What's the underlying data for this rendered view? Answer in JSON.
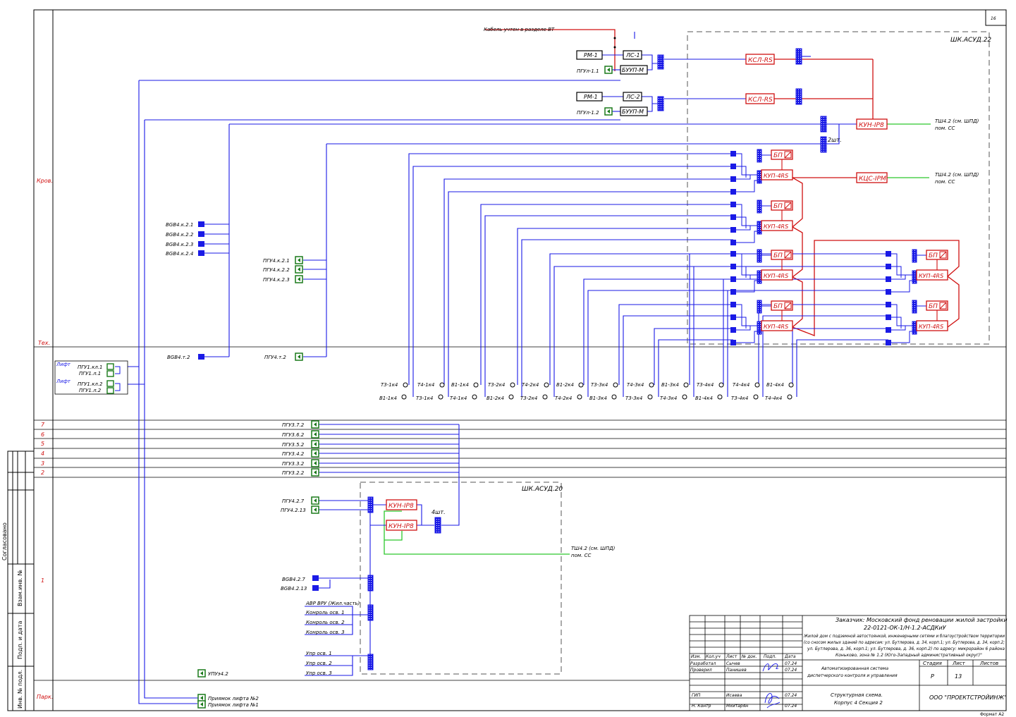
{
  "sheet": {
    "number": "16",
    "format": "Формат А2",
    "side_stamp": {
      "agreed": "Согласовано",
      "replace_inv": "Взам.инв. №",
      "sign_date": "Подп. и дата",
      "inv_orig": "Инв. № подл."
    }
  },
  "floors": {
    "roof": "Кров.",
    "tech": "Тех.",
    "f7": "7",
    "f6": "6",
    "f5": "5",
    "f4": "4",
    "f3": "3",
    "f2": "2",
    "f1": "1",
    "parking": "Парк."
  },
  "top": {
    "cable_note": "Кабель учтен в разделе ВТ",
    "rm1": "РМ-1",
    "ls1": "ЛС-1",
    "buup1": "БУУП-М",
    "pgu_l11": "ПГУл-1.1",
    "rm2": "РМ-1",
    "ls2": "ЛС-2",
    "buup2": "БУУП-М",
    "pgu_l12": "ПГУл-1.2"
  },
  "cabinet22": {
    "title": "ШК.АСУД.22",
    "ksl1": "КСЛ-RS",
    "ksl2": "КСЛ-RS",
    "kun": "КУН-IP8",
    "kcs": "КЦС-IPM",
    "qty2": "2шт.",
    "tsh1_a": "ТШ4.2 (см. ШПД)",
    "tsh1_b": "пом. СС",
    "tsh2_a": "ТШ4.2 (см. ШПД)",
    "tsh2_b": "пом. СС",
    "bp": "БП",
    "kup": "КУП-4RS"
  },
  "sensors_roof": [
    "BGB4.к.2.1",
    "BGB4.к.2.2",
    "BGB4.к.2.3",
    "BGB4.к.2.4"
  ],
  "pgu_roof": [
    "ПГУ4.к.2.1",
    "ПГУ4.к.2.2",
    "ПГУ4.к.2.3"
  ],
  "tech": {
    "bgb": "BGB4.т.2",
    "pgu": "ПГУ4.т.2",
    "lift1": "Лифт",
    "lift1_a": "ПГУ1.кл.1",
    "lift1_b": "ПГУ1.л.1",
    "lift2": "Лифт",
    "lift2_a": "ПГУ1.кл.2",
    "lift2_b": "ПГУ1.л.2"
  },
  "terminals_top": [
    "Т3-1к4",
    "Т4-1к4",
    "В1-1к4",
    "Т3-2к4",
    "Т4-2к4",
    "В1-2к4",
    "Т3-3к4",
    "Т4-3к4",
    "В1-3к4",
    "Т3-4к4",
    "Т4-4к4",
    "В1-4к4"
  ],
  "terminals_bottom": [
    "В1-1к4",
    "Т3-1к4",
    "Т4-1к4",
    "В1-2к4",
    "Т3-2к4",
    "Т4-2к4",
    "В1-3к4",
    "Т3-3к4",
    "Т4-3к4",
    "В1-4к4",
    "Т3-4к4",
    "Т4-4к4"
  ],
  "floor_pgu": [
    "ПГУ3.7.2",
    "ПГУ3.6.2",
    "ПГУ3.5.2",
    "ПГУ3.4.2",
    "ПГУ3.3.2",
    "ПГУ3.2.2"
  ],
  "cabinet20": {
    "title": "ШК.АСУД.20",
    "kun1": "КУН-IP8",
    "kun2": "КУН-IP8",
    "qty": "4шт.",
    "tsh_a": "ТШ4.2 (см. ШПД)",
    "tsh_b": "пом. СС"
  },
  "floor1": {
    "pgu": [
      "ПГУ4.2.7",
      "ПГУ4.2.13"
    ],
    "bgb": [
      "BGB4.2.7",
      "BGB4.2.13"
    ],
    "inputs": [
      "АВР ВРУ (Жил.часть)",
      "Конроль осв. 1",
      "Конроль осв. 2",
      "Конроль осв. 3"
    ],
    "outputs": [
      "Упр осв. 1",
      "Упр осв. 2",
      "Упр осв. 3"
    ]
  },
  "parking": {
    "upu": "УПУэ4.2",
    "pit2": "Приямок лифта №2",
    "pit1": "Приямок лифта №1"
  },
  "title_block": {
    "customer": "Заказчик: Московский фонд реновации жилой застройки",
    "code": "22-0121-ОК-1/Н-1.2-АСДКиУ",
    "object_1": "Жилой дом с подземной автостоянкой, инженерными сетями и благоустройством территории",
    "object_2": "(со сносом жилых зданий по адресам: ул. Бутлерова, д. 34, корп.1; ул. Бутлерова, д. 34, корп.2;",
    "object_3": "ул. Бутлерова, д. 36, корп.1; ул. Бутлерова, д. 36, корп.2) по адресу: микрорайон 6 района",
    "object_4": "Коньково, зона № 1.2 (Юго-Западный административный округ)\"",
    "h_izm": "Изм.",
    "h_kol": "Кол.уч",
    "h_list": "Лист",
    "h_doc": "№ док.",
    "h_sign": "Подп.",
    "h_date": "Дата",
    "r1_role": "Разработал",
    "r1_name": "Сычев",
    "r1_date": "07.24",
    "r2_role": "Проверил",
    "r2_name": "Панишев",
    "r2_date": "07.24",
    "r3_role": "ГИП",
    "r3_name": "Исаева",
    "r3_date": "07.24",
    "r4_role": "Н. Контр",
    "r4_name": "Мхитарян",
    "r4_date": "07.24",
    "system_1": "Автоматизированная система",
    "system_2": "диспетчерского контроля и управления",
    "sheet_1": "Структурная схема.",
    "sheet_2": "Корпус 4 Секция 2",
    "h_stage": "Стадия",
    "h_sheet": "Лист",
    "h_sheets": "Листов",
    "stage": "Р",
    "sheet_no": "13",
    "sheets": "",
    "company": "ООО \"ПРОЕКТСТРОЙИНЖ\""
  },
  "colors": {
    "bus": "#1a1ae6",
    "power": "#d01010",
    "net": "#2cc82c",
    "sensor": "#1a7a1a"
  }
}
